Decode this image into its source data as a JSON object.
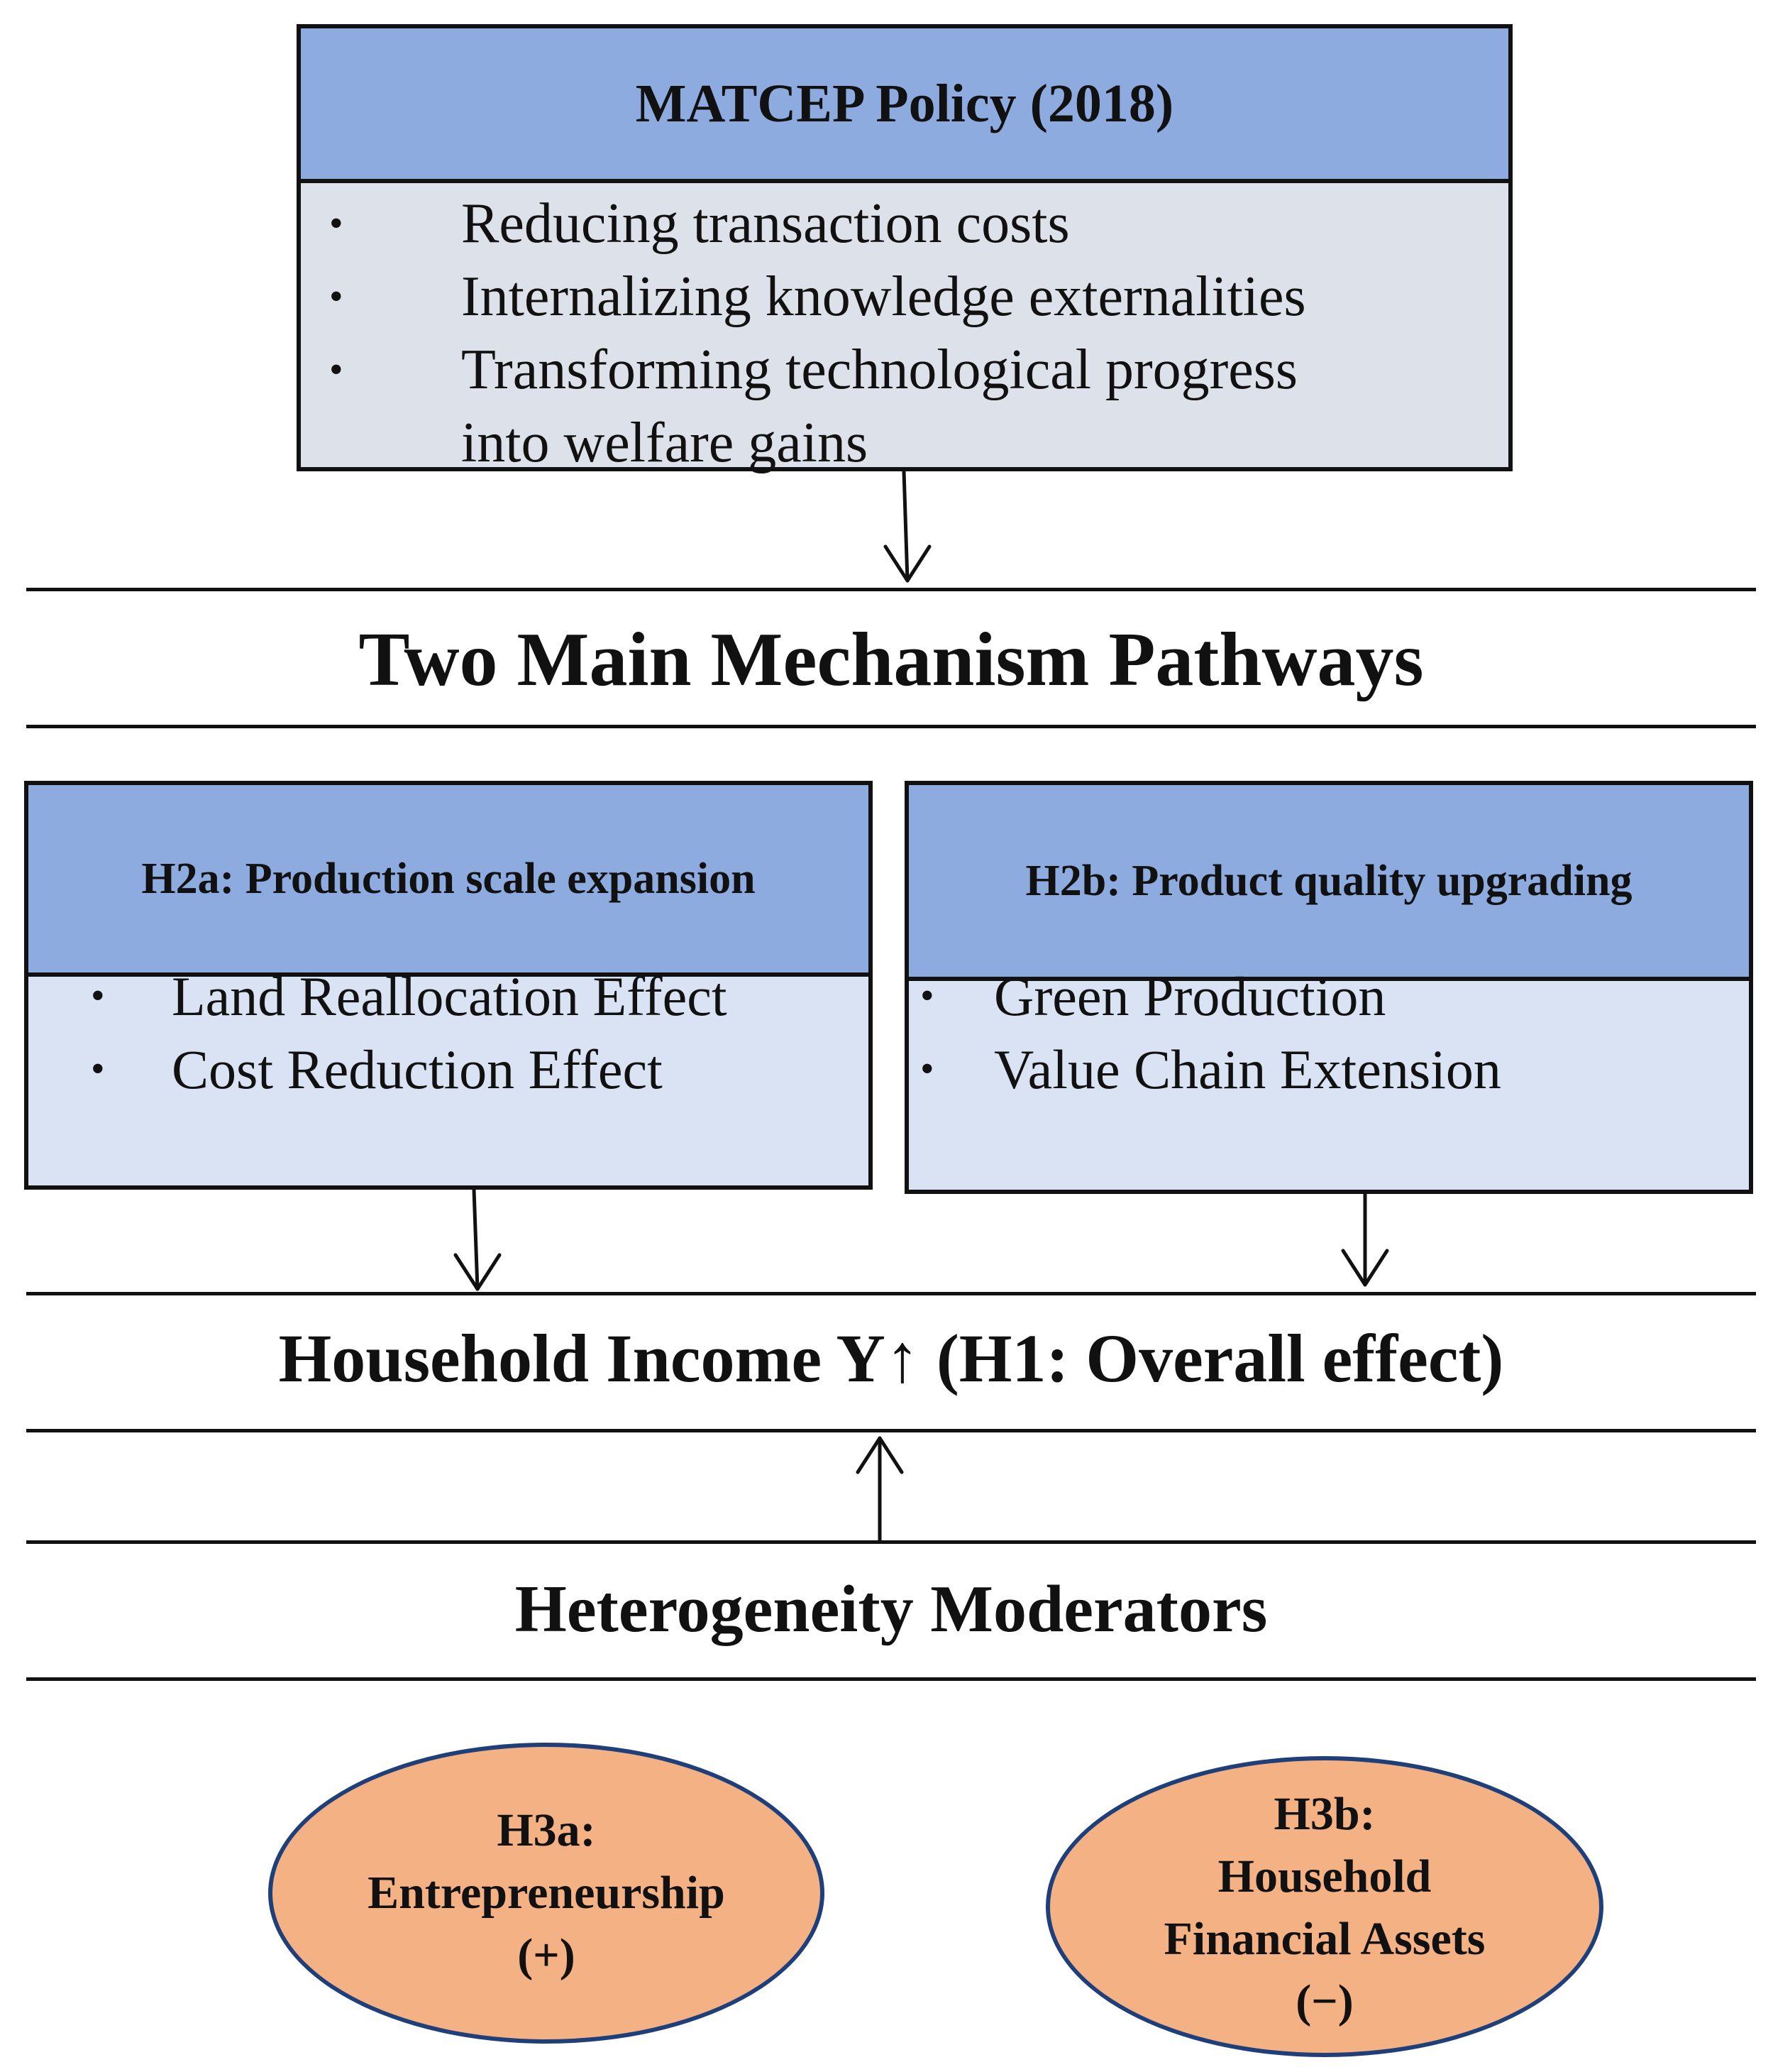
{
  "policy": {
    "title": "MATCEP Policy (2018)",
    "items": [
      "Reducing transaction costs",
      "Internalizing knowledge externalities",
      "Transforming technological progress",
      "into welfare gains"
    ]
  },
  "pathways_title": "Two Main Mechanism Pathways",
  "h2a": {
    "title": "H2a: Production scale expansion",
    "items": [
      "Land Reallocation Effect",
      "Cost Reduction Effect"
    ]
  },
  "h2b": {
    "title": "H2b: Product quality upgrading",
    "items": [
      "Green Production",
      "Value Chain Extension"
    ]
  },
  "outcome_title": "Household Income Y↑ (H1: Overall effect)",
  "moderators_title": "Heterogeneity Moderators",
  "h3a": {
    "lines": [
      "H3a:",
      "Entrepreneurship",
      "(+)"
    ]
  },
  "h3b": {
    "lines": [
      "H3b:",
      "Household",
      "Financial Assets",
      "(−)"
    ]
  },
  "bullet_symbol": "•",
  "colors": {
    "header_blue": "#8eabdf",
    "policy_body": "#dde1e9",
    "pathway_body": "#dae3f3",
    "ellipse_fill": "#f4b183",
    "ellipse_border": "#1f3f7a"
  }
}
